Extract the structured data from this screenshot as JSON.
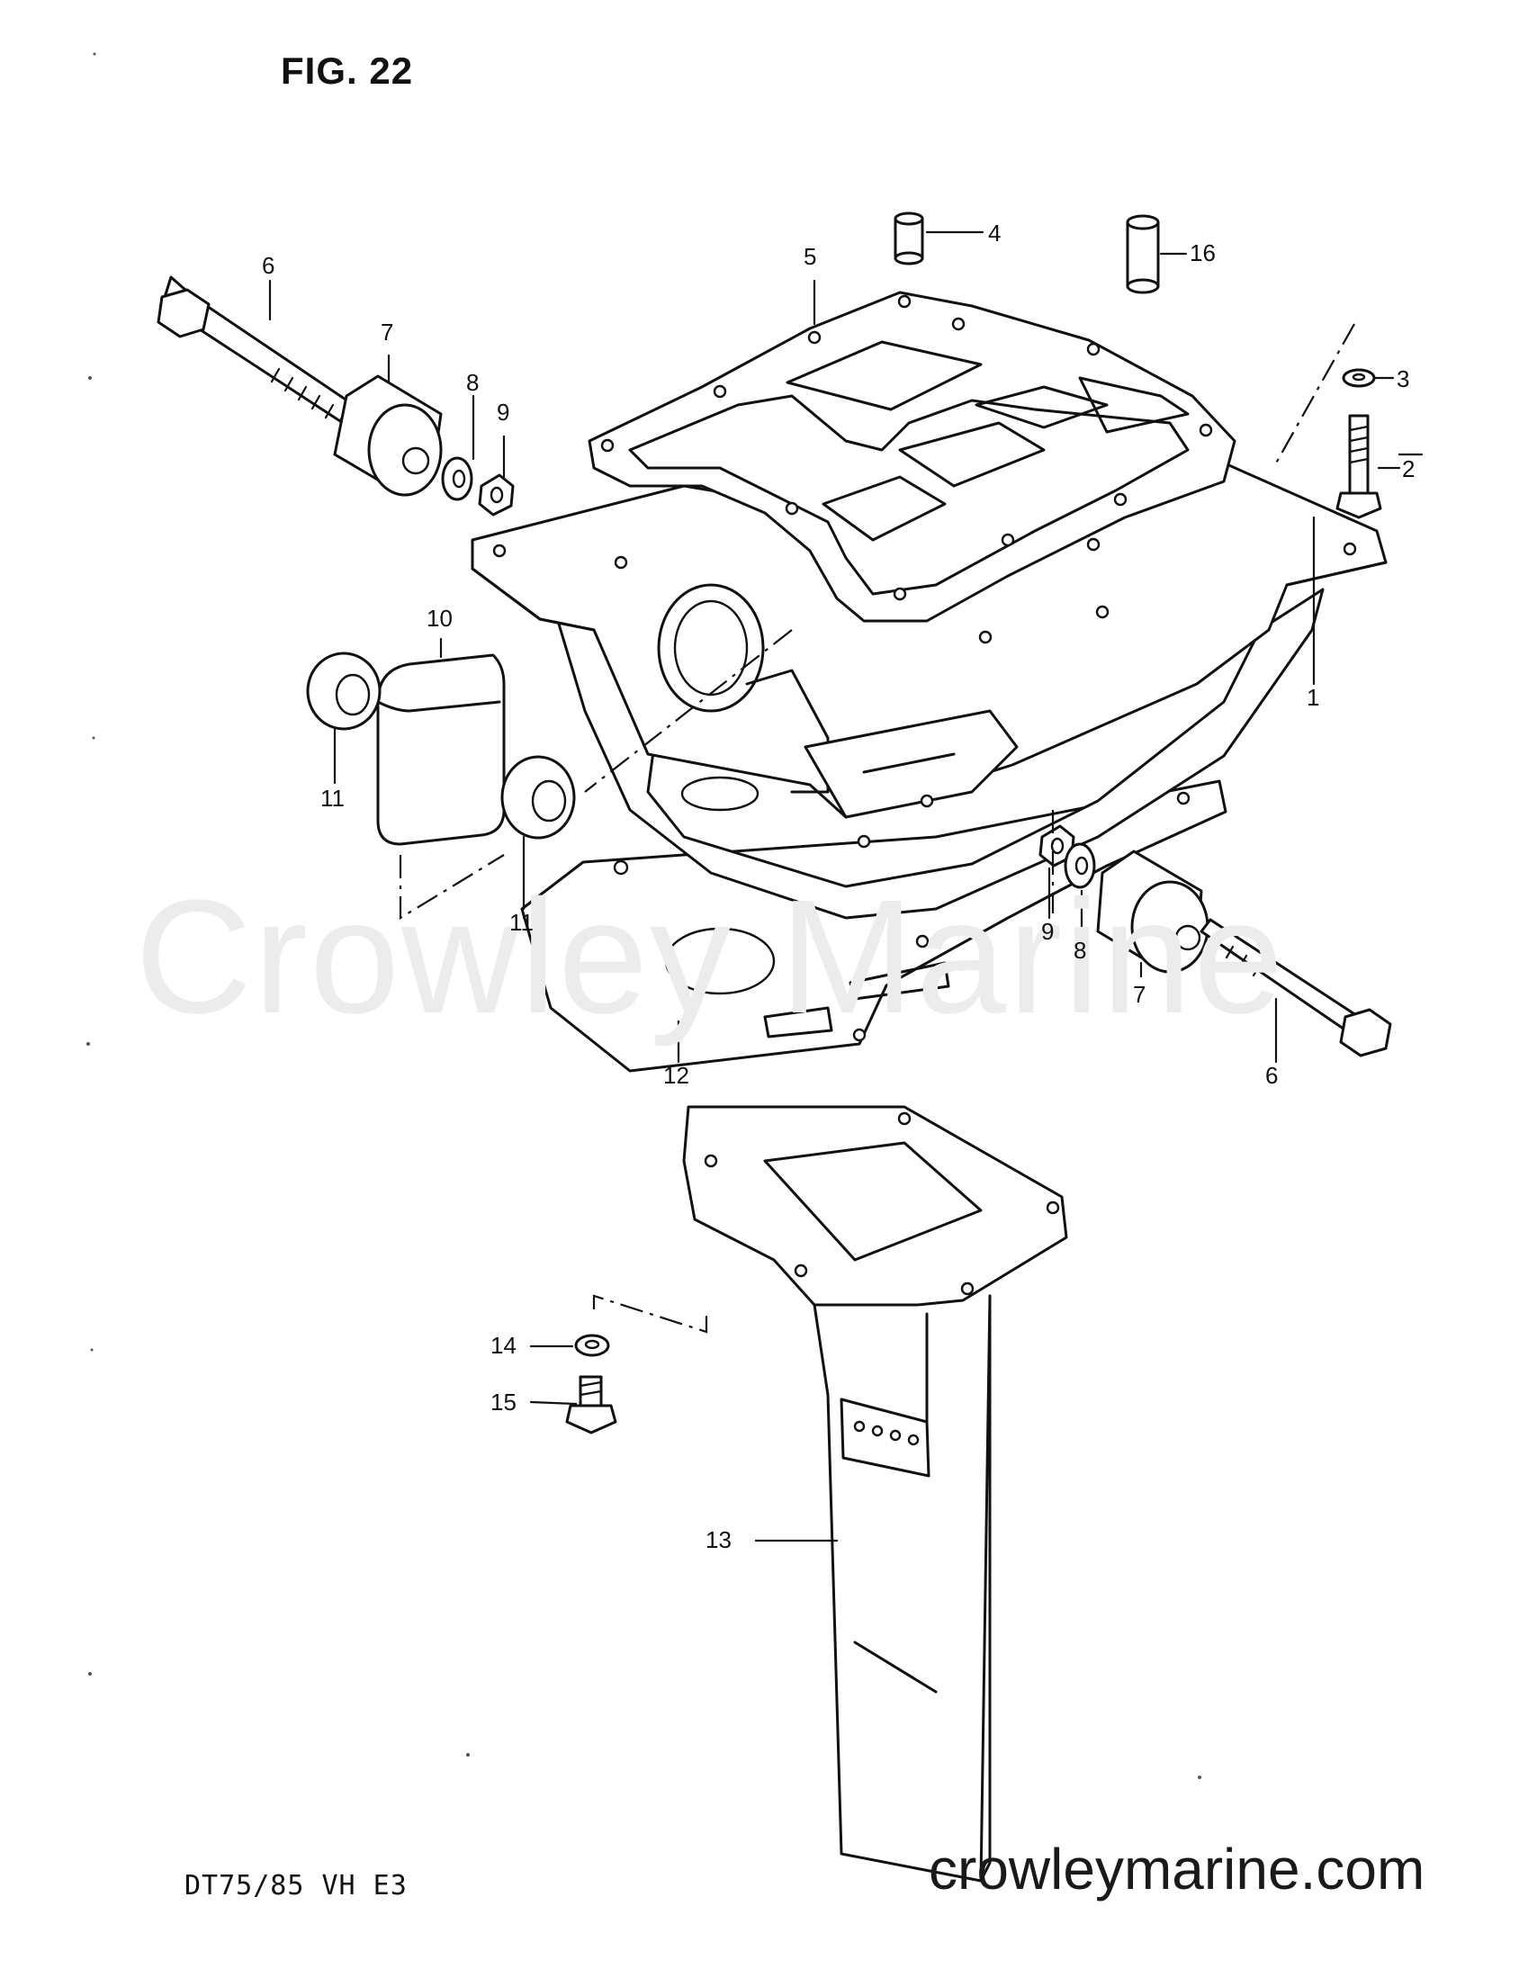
{
  "figure": {
    "title": "FIG. 22",
    "model_code": "DT75/85 VH E3",
    "watermark": "Crowley Marine",
    "site": "crowleymarine.com"
  },
  "callouts": [
    {
      "id": "c1",
      "label": "1"
    },
    {
      "id": "c2",
      "label": "2"
    },
    {
      "id": "c3",
      "label": "3"
    },
    {
      "id": "c4",
      "label": "4"
    },
    {
      "id": "c5",
      "label": "5"
    },
    {
      "id": "c6a",
      "label": "6"
    },
    {
      "id": "c6b",
      "label": "6"
    },
    {
      "id": "c7a",
      "label": "7"
    },
    {
      "id": "c7b",
      "label": "7"
    },
    {
      "id": "c8a",
      "label": "8"
    },
    {
      "id": "c8b",
      "label": "8"
    },
    {
      "id": "c9a",
      "label": "9"
    },
    {
      "id": "c9b",
      "label": "9"
    },
    {
      "id": "c10",
      "label": "10"
    },
    {
      "id": "c11a",
      "label": "11"
    },
    {
      "id": "c11b",
      "label": "11"
    },
    {
      "id": "c12",
      "label": "12"
    },
    {
      "id": "c13",
      "label": "13"
    },
    {
      "id": "c14",
      "label": "14"
    },
    {
      "id": "c15",
      "label": "15"
    },
    {
      "id": "c16",
      "label": "16"
    }
  ]
}
